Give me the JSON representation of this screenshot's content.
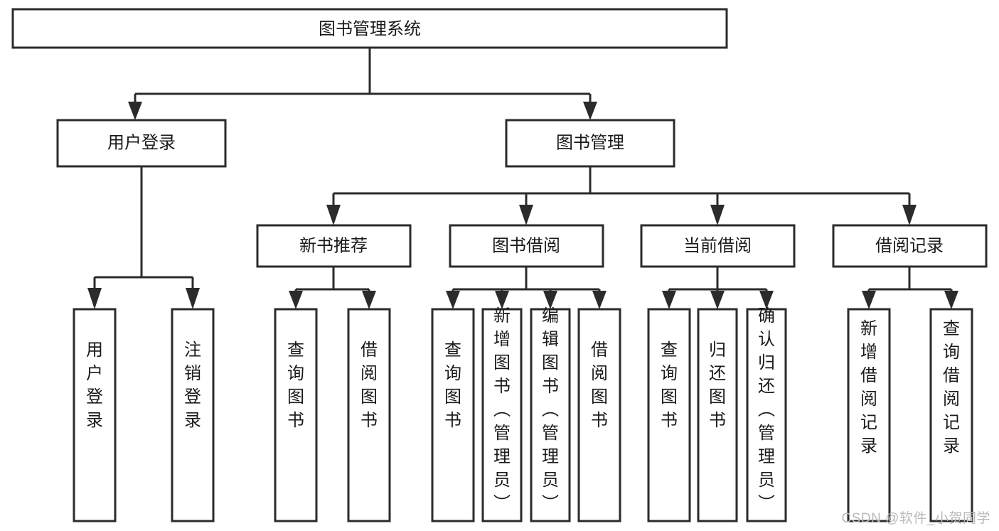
{
  "diagram": {
    "type": "tree",
    "title": "图书管理系统",
    "root": {
      "id": "root",
      "label": "图书管理系统",
      "orientation": "horizontal"
    },
    "level2": [
      {
        "id": "user-login",
        "label": "用户登录",
        "orientation": "horizontal"
      },
      {
        "id": "book-manage",
        "label": "图书管理",
        "orientation": "horizontal"
      }
    ],
    "level3": [
      {
        "id": "new-book-rec",
        "label": "新书推荐",
        "orientation": "horizontal",
        "parent": "book-manage"
      },
      {
        "id": "book-borrow",
        "label": "图书借阅",
        "orientation": "horizontal",
        "parent": "book-manage"
      },
      {
        "id": "current-borrow",
        "label": "当前借阅",
        "orientation": "horizontal",
        "parent": "book-manage"
      },
      {
        "id": "borrow-record",
        "label": "借阅记录",
        "orientation": "horizontal",
        "parent": "book-manage"
      }
    ],
    "leaves": [
      {
        "id": "leaf-user-login",
        "label": "用户登录",
        "orientation": "vertical",
        "parent": "user-login"
      },
      {
        "id": "leaf-user-logout",
        "label": "注销登录",
        "orientation": "vertical",
        "parent": "user-login"
      },
      {
        "id": "leaf-query-book-1",
        "label": "查询图书",
        "orientation": "vertical",
        "parent": "new-book-rec"
      },
      {
        "id": "leaf-borrow-book-1",
        "label": "借阅图书",
        "orientation": "vertical",
        "parent": "new-book-rec"
      },
      {
        "id": "leaf-query-book-2",
        "label": "查询图书",
        "orientation": "vertical",
        "parent": "book-borrow"
      },
      {
        "id": "leaf-add-book",
        "label": "新增图书（管理员）",
        "orientation": "vertical",
        "parent": "book-borrow"
      },
      {
        "id": "leaf-edit-book",
        "label": "编辑图书（管理员）",
        "orientation": "vertical",
        "parent": "book-borrow"
      },
      {
        "id": "leaf-borrow-book-2",
        "label": "借阅图书",
        "orientation": "vertical",
        "parent": "book-borrow"
      },
      {
        "id": "leaf-query-book-3",
        "label": "查询图书",
        "orientation": "vertical",
        "parent": "current-borrow"
      },
      {
        "id": "leaf-return-book",
        "label": "归还图书",
        "orientation": "vertical",
        "parent": "current-borrow"
      },
      {
        "id": "leaf-confirm-return",
        "label": "确认归还（管理员）",
        "orientation": "vertical",
        "parent": "current-borrow"
      },
      {
        "id": "leaf-add-record",
        "label": "新增借阅记录",
        "orientation": "vertical",
        "parent": "borrow-record"
      },
      {
        "id": "leaf-query-record",
        "label": "查询借阅记录",
        "orientation": "vertical",
        "parent": "borrow-record"
      }
    ],
    "colors": {
      "stroke": "#2b2b2b",
      "fill": "#ffffff",
      "text": "#1a1a1a",
      "background": "#ffffff",
      "watermark": "#b9b9b9"
    }
  },
  "watermark": {
    "text": "CSDN @软件_小贺同学"
  }
}
